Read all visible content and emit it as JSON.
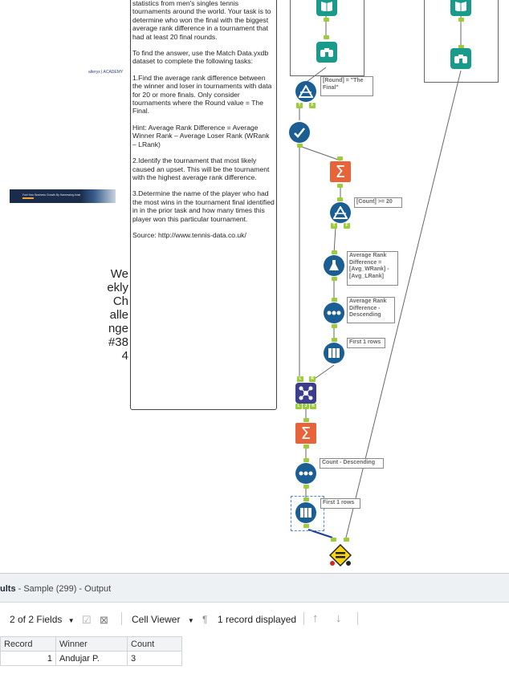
{
  "comment": {
    "paragraphs": [
      "statistics from men's singles tennis tournaments around the world. Your task is to determine who won the final with the biggest average rank difference in a tournament that had at least 20 final rounds.",
      "To find the answer, use the Match Data.yxdb dataset to complete the following tasks:",
      "1.Find the average rank difference between the winner and loser in tournaments with data for 20 or more finals. Only consider tournaments where the Round value = The Final.",
      "Hint: Average Rank Difference = Average Winner Rank – Average Loser Rank (WRank – LRank)",
      "2.Identify the tournament that most likely caused an upset. This will be the tournament with the highest average rank difference.",
      "3.Determine the name of the player who had the most wins in the tournament final identified in in the prior task and how many times this player won this particular tournament.",
      "Source: http://www.tennis-data.co.uk/"
    ]
  },
  "vertical_title": "Weekly Challenge #384",
  "side_label": "alteryx | ACADEMY",
  "banner_text": "Fuel Your Business Growth By Harnessing Analytics",
  "annotations": {
    "filter_round": "[Round] = \"The Final\"",
    "filter_count": "[Count] >= 20",
    "formula": "Average Rank Difference = [Avg_WRank] - [Avg_LRank]",
    "sort1": "Average Rank Difference - Descending",
    "sample1": "First 1 rows",
    "sort2": "Count - Descending",
    "sample2": "First 1 rows"
  },
  "anchors": {
    "true": "T",
    "false": "F",
    "left": "L",
    "right": "R",
    "join_l": "L",
    "join_j": "J",
    "join_r": "R"
  },
  "results": {
    "title_bold": "ults",
    "title_rest": " - Sample (299) - Output",
    "fields": "2 of 2 Fields",
    "viewer": "Cell Viewer",
    "records": "1 record displayed",
    "columns": [
      "Record",
      "Winner",
      "Count"
    ],
    "rows": [
      [
        "1",
        "Andujar P.",
        "3"
      ]
    ]
  },
  "colors": {
    "tool_blue": "#1b5e94",
    "tool_teal": "#1a9a8a",
    "summarize_orange": "#e8623a",
    "anchor_green": "#9ccc3c",
    "join_purple": "#3c3d8e"
  }
}
